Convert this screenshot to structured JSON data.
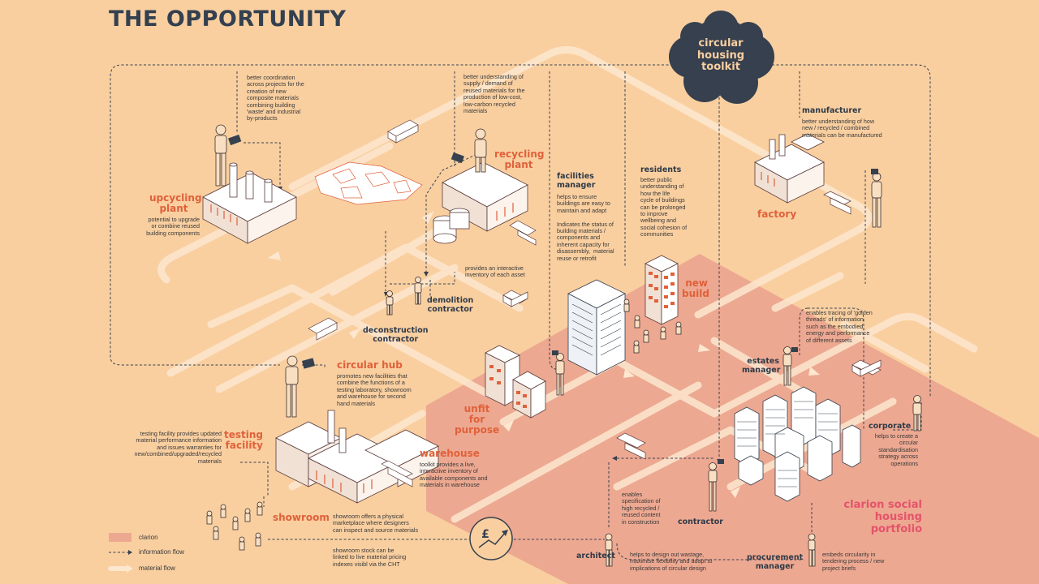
{
  "title": "THE OPPORTUNITY",
  "toolkit": [
    "circular",
    "housing",
    "toolkit"
  ],
  "actors": {
    "upcycling": {
      "label": [
        "upcycling",
        "plant"
      ],
      "top_note": "better coordination\nacross projects for the\ncreation of new\ncomposite materials\ncombining building\n'waste' and industrial\nby-products",
      "note": "potential to upgrade\nor combine reused\nbuilding components"
    },
    "recycling": {
      "label": [
        "recycling",
        "plant"
      ],
      "note": "better understanding of\nsupply / demand of\nreused materials for the\nproduction of low-cost,\nlow-carbon recycled\nmaterials"
    },
    "facilities_manager": {
      "label": "facilities\nmanager",
      "note": "helps to ensure\nbuildings are easy to\nmaintain and adapt\n\nIndicates the status of\nbuilding materials /\ncomponents and\ninherent capacity for\ndisassembly,  material\nreuse or retrofit"
    },
    "residents": {
      "label": "residents",
      "note": "better public\nunderstanding of\nhow the life\ncycle of buildings\ncan be prolonged\nto improve\nwellbeing and\nsocial cohesion of\ncommunities"
    },
    "manufacturer": {
      "label": "manufacturer",
      "note": "better understanding of how\nnew / recycled / combined\nmaterials can be manufactured"
    },
    "factory": {
      "label": "factory"
    },
    "demolition": {
      "label": "demolition\ncontractor",
      "note": "provides an interactive\ninventory of each asset"
    },
    "deconstruction": {
      "label": "deconstruction\ncontractor"
    },
    "new_build": {
      "label": [
        "new",
        "build"
      ]
    },
    "circular_hub": {
      "label": "circular hub",
      "note": "promotes new facilities that\ncombine the functions of a\ntesting laboratory, showroom\nand warehouse for second\nhand materials"
    },
    "testing": {
      "label": [
        "testing",
        "facility"
      ],
      "note": "testing facility provides updated\nmaterial performance information\nand issues warranties for\nnew/combined/upgraded/recycled\nmaterials"
    },
    "warehouse": {
      "label": "warehouse",
      "note": "toolkit provides a live,\ninteractive inventory of\navailable components and\nmaterials in warehouse"
    },
    "showroom": {
      "label": "showroom",
      "note": "showroom offers a physical\nmarketplace where designers\ncan inspect and source materials",
      "note2": "showroom stock can be\nlinked to live material pricing\nindexes visibl via the CHT"
    },
    "unfit": {
      "label": [
        "unfit for",
        "purpose"
      ]
    },
    "estates_manager": {
      "label": "estates\nmanager",
      "note": "enables tracing of 'golden\nthreads' of information\nsuch as the embodied\nenergy and performance\nof different assets"
    },
    "corporate": {
      "label": "corporate",
      "note": "helps to create a\ncircular\nstandardisation\nstrategy across\noperations"
    },
    "contractor": {
      "label": "contractor",
      "note": "enables\nspecification of\nhigh recycled /\nreused content\nin construction"
    },
    "architect": {
      "label": "architect",
      "note": "helps to design out wastage,\nmaximise flexibility and adapt to\nimplications of circular design"
    },
    "procurement": {
      "label": "procurement\nmanager",
      "note": "embeds circularity in\ntendering process / new\nproject briefs"
    },
    "clarion_portfolio": {
      "label": [
        "clarion social",
        "housing portfolio"
      ]
    }
  },
  "legend": {
    "clarion": "clarion",
    "information_flow": "information flow",
    "material_flow": "material flow"
  },
  "colors": {
    "background": "#f9cfa0",
    "clarion_zone": "#eda891",
    "material_flow": "#fde7cf",
    "dark": "#36404e",
    "orange_label": "#e0613a",
    "pink_label": "#e4536a"
  }
}
